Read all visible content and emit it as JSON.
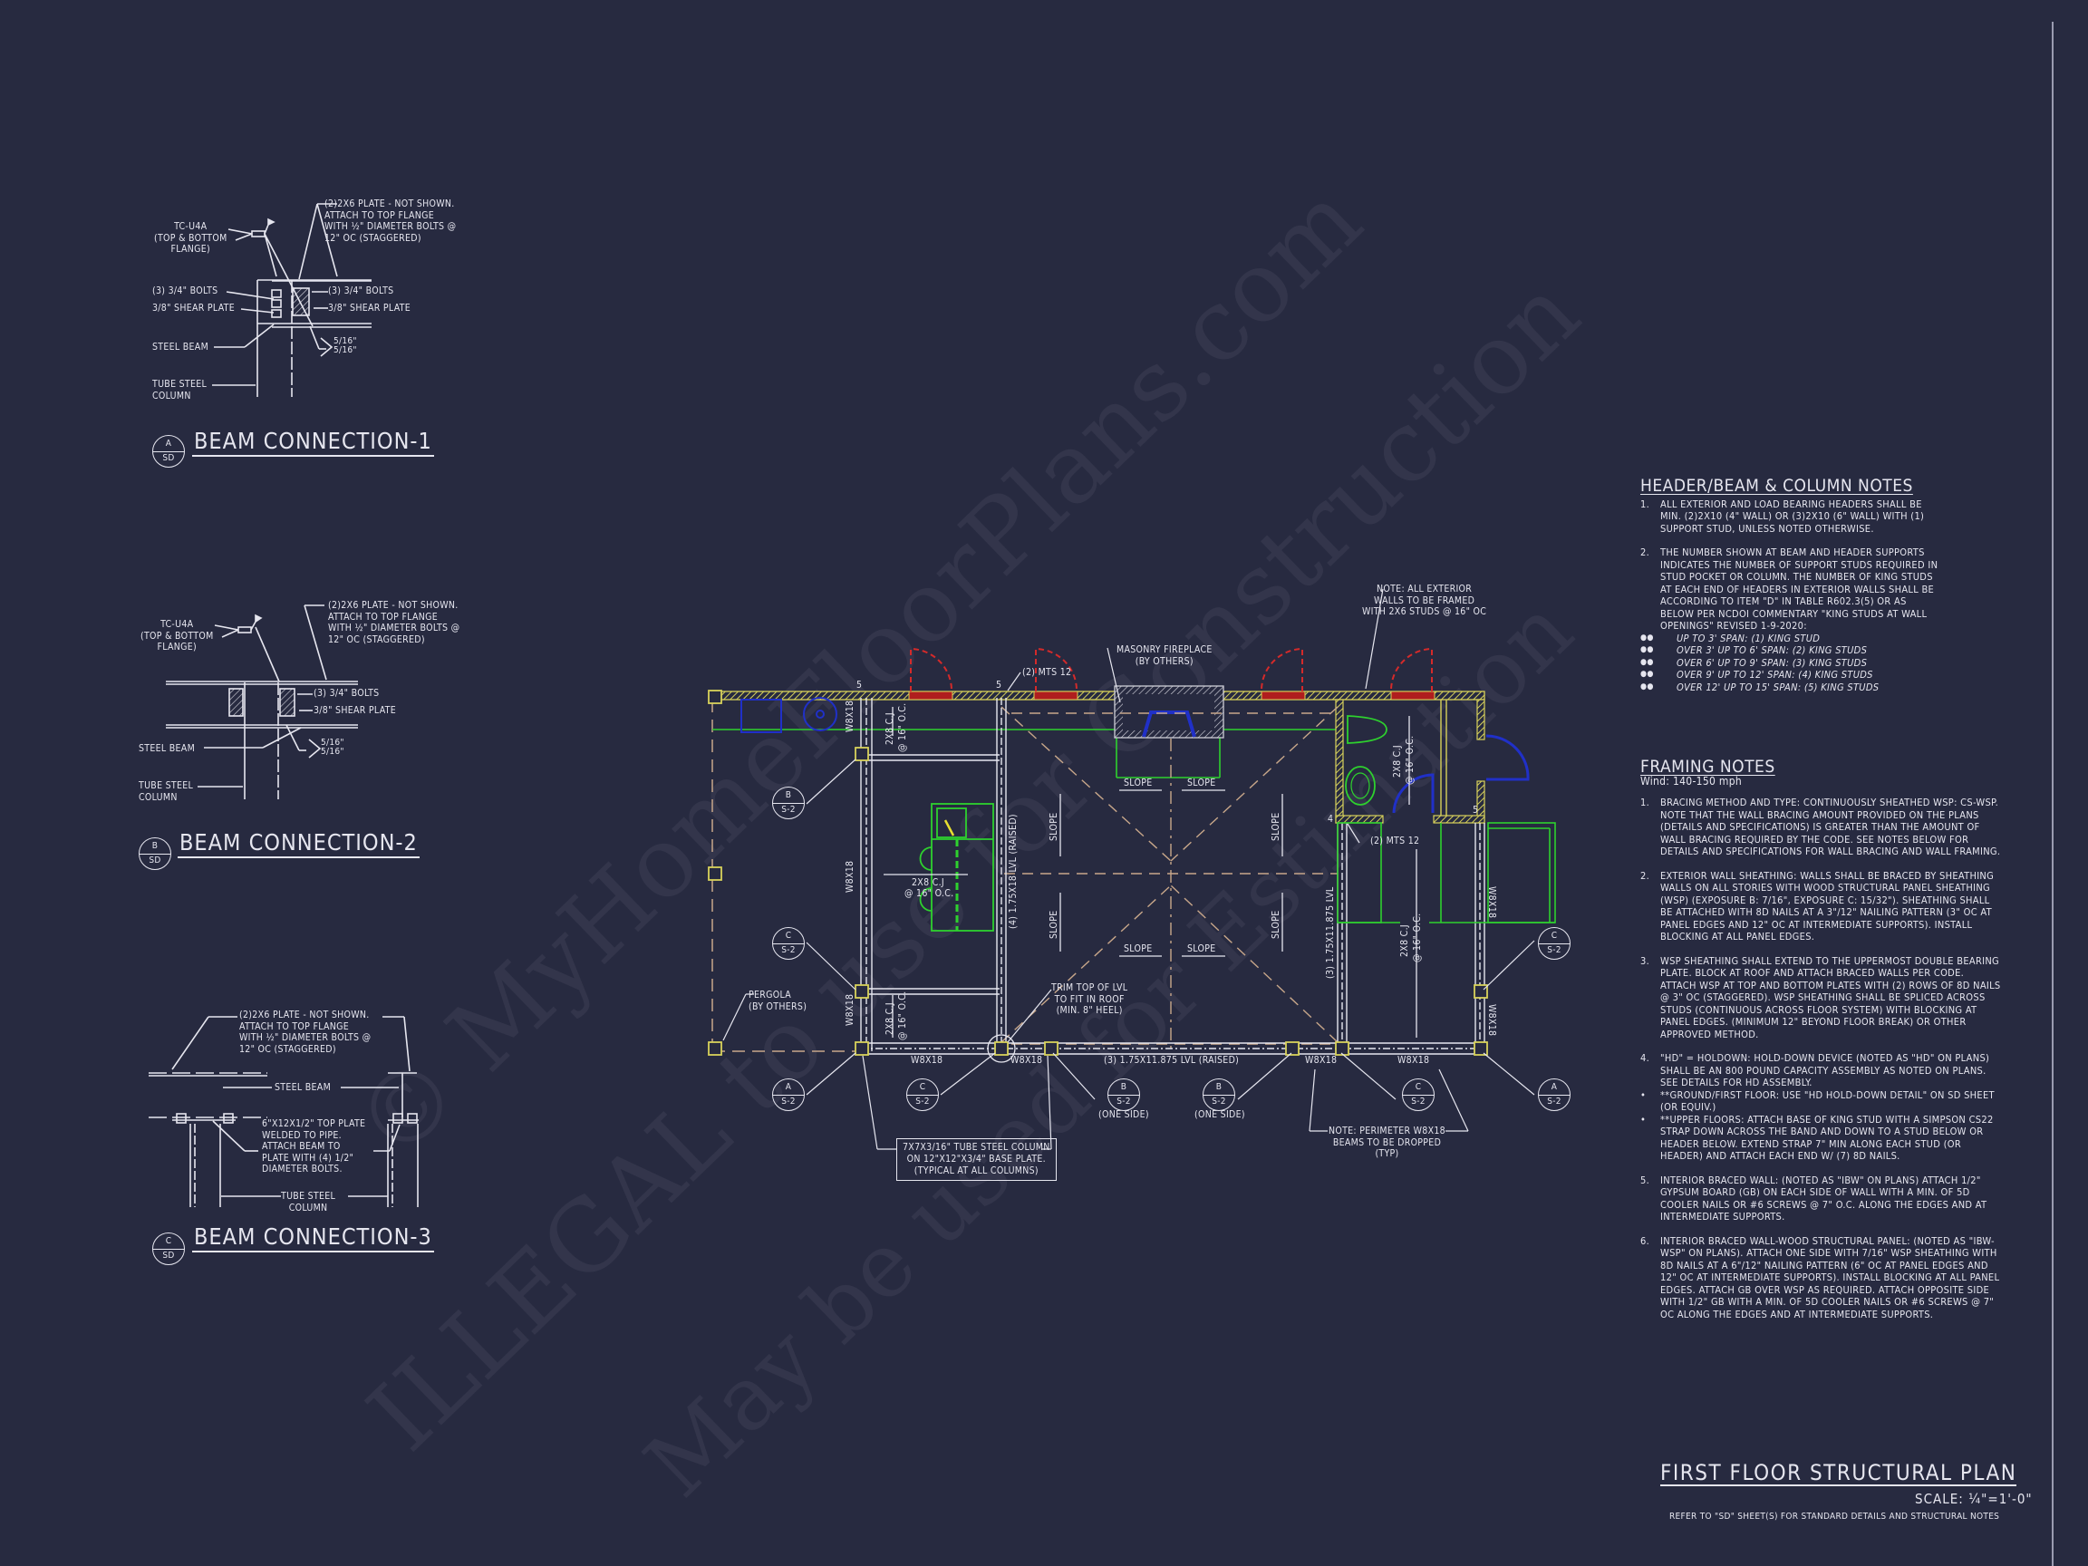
{
  "sheet": {
    "title": "FIRST FLOOR STRUCTURAL PLAN",
    "scale": "SCALE: ¼\"=1'-0\"",
    "refer_note": "REFER TO \"SD\" SHEET(S) FOR STANDARD DETAILS AND STRUCTURAL NOTES",
    "colors": {
      "background": "#272a40",
      "linework": "#e6e6ef",
      "walls": "#d8d25a",
      "doors": "#d42a2a",
      "fixtures_blue": "#2030c8",
      "fixtures_green": "#2ed12e",
      "dashed_hips": "#c8a78a"
    }
  },
  "watermark": {
    "line1": "© MyHomeFloorPlans.com",
    "line2": "ILLEGAL to use for Construction",
    "line3": "May be used for Estimation"
  },
  "details": [
    {
      "id": "beam-connection-1",
      "title": "BEAM CONNECTION-1",
      "tag_top": "A",
      "tag_bottom": "SD",
      "labels": {
        "weld": "TC-U4a\n(TOP & BOTTOM\nFLANGE)",
        "plate": "(2)2x6 PLATE - NOT SHOWN.\nATTACH TO TOP FLANGE\nWITH ½\" DIAMETER BOLTS @\n12\" OC (STAGGERED)",
        "bolts_left": "(3) 3/4\" BOLTS",
        "shear_left": "3/8\" SHEAR PLATE",
        "bolts_right": "(3) 3/4\" BOLTS",
        "shear_right": "3/8\" SHEAR PLATE",
        "steel_beam": "STEEL BEAM",
        "weld_size": "5/16\"\n5/16\"",
        "column": "TUBE STEEL\nCOLUMN"
      }
    },
    {
      "id": "beam-connection-2",
      "title": "BEAM CONNECTION-2",
      "tag_top": "B",
      "tag_bottom": "SD",
      "labels": {
        "weld": "TC-U4a\n(TOP & BOTTOM\nFLANGE)",
        "plate": "(2)2x6 PLATE - NOT SHOWN.\nATTACH TO TOP FLANGE\nWITH ½\" DIAMETER BOLTS @\n12\" OC (STAGGERED)",
        "bolts": "(3) 3/4\" BOLTS",
        "shear": "3/8\" SHEAR PLATE",
        "steel_beam": "STEEL BEAM",
        "weld_size": "5/16\"\n5/16\"",
        "column": "TUBE STEEL\nCOLUMN"
      }
    },
    {
      "id": "beam-connection-3",
      "title": "BEAM CONNECTION-3",
      "tag_top": "C",
      "tag_bottom": "SD",
      "labels": {
        "plate": "(2)2x6 PLATE - NOT SHOWN.\nATTACH TO TOP FLANGE\nWITH ½\" DIAMETER BOLTS @\n12\" OC (STAGGERED)",
        "steel_beam": "STEEL BEAM",
        "top_plate": "6\"x12x1/2\" TOP PLATE\nWELDED TO PIPE.\nATTACH BEAM TO\nPLATE WITH (4) 1/2\"\nDIAMETER BOLTS.",
        "column": "TUBE STEEL\nCOLUMN"
      }
    }
  ],
  "plan": {
    "notes": {
      "fireplace": "MASONRY FIREPLACE\n(BY OTHERS)",
      "exterior_walls": "NOTE: ALL EXTERIOR\nWALLS TO BE FRAMED\nWITH 2X6 STUDS @ 16\" OC",
      "mts_top": "(2) MTS 12",
      "mts_bath": "(2) MTS 12",
      "pergola": "PERGOLA\n(BY OTHERS)",
      "trim_lvl": "TRIM TOP OF LVL\nTO FIT IN ROOF\n(MIN. 8\" HEEL)",
      "column_spec": "7x7x3/16\" TUBE STEEL COLUMN\nON 12\"x12\"x3/4\" BASE PLATE.\n(TYPICAL AT ALL COLUMNS)",
      "perimeter": "NOTE: PERIMETER W8X18\nBEAMS TO BE DROPPED\n(TYP)",
      "one_side": "(ONE SIDE)"
    },
    "members": {
      "w8x18": "W8x18",
      "lvl_4": "(4) 1.75x18 LVL (RAISED)",
      "lvl_3_bottom": "(3) 1.75x11.875 LVL (RAISED)",
      "lvl_3_side": "(3) 1.75x11.875 LVL",
      "cj": "2x8 C.J",
      "cj_oc": "@ 16\" O.C.",
      "slope": "SLOPE"
    },
    "stud_counts": [
      "5",
      "5",
      "4",
      "5"
    ],
    "section_tags": [
      {
        "top": "B",
        "bottom": "S-2"
      },
      {
        "top": "C",
        "bottom": "S-2"
      },
      {
        "top": "A",
        "bottom": "S-2"
      },
      {
        "top": "C",
        "bottom": "S-2"
      },
      {
        "top": "B",
        "bottom": "S-2"
      },
      {
        "top": "B",
        "bottom": "S-2"
      },
      {
        "top": "C",
        "bottom": "S-2"
      },
      {
        "top": "A",
        "bottom": "S-2"
      },
      {
        "top": "C",
        "bottom": "S-2"
      }
    ]
  },
  "header_notes": {
    "title": "HEADER/BEAM & COLUMN NOTES",
    "items": [
      {
        "num": "1.",
        "text": "ALL EXTERIOR AND LOAD BEARING HEADERS SHALL BE MIN. (2)2x10 (4\" WALL) OR (3)2x10 (6\" WALL) WITH (1) SUPPORT STUD, UNLESS NOTED OTHERWISE."
      },
      {
        "num": "2.",
        "text": "THE NUMBER SHOWN AT BEAM AND HEADER SUPPORTS INDICATES THE NUMBER OF SUPPORT STUDS REQUIRED IN STUD POCKET OR COLUMN. THE NUMBER OF KING STUDS AT EACH END OF HEADERS IN EXTERIOR WALLS SHALL BE ACCORDING TO ITEM \"d\" IN TABLE R602.3(5) OR AS BELOW PER NCDOI COMMENTARY \"KING STUDS AT WALL OPENINGS\" REVISED 1-9-2020:"
      }
    ],
    "bullets": [
      "UP TO 3' SPAN: (1) KING STUD",
      "OVER 3' UP TO 6' SPAN: (2) KING STUDS",
      "OVER 6' UP TO 9' SPAN: (3) KING STUDS",
      "OVER 9' UP TO 12' SPAN: (4) KING STUDS",
      "OVER 12' UP TO 15' SPAN: (5) KING STUDS"
    ]
  },
  "framing_notes": {
    "title": "FRAMING NOTES",
    "wind": "Wind: 140-150 mph",
    "items": [
      {
        "num": "1.",
        "text": "BRACING METHOD AND TYPE: CONTINUOUSLY SHEATHED WSP: CS-WSP. NOTE THAT THE WALL BRACING AMOUNT PROVIDED ON THE PLANS (DETAILS AND SPECIFICATIONS) IS GREATER THAN THE AMOUNT OF WALL BRACING REQUIRED BY THE CODE. SEE NOTES BELOW FOR DETAILS AND SPECIFICATIONS FOR WALL BRACING AND WALL FRAMING."
      },
      {
        "num": "2.",
        "text": "EXTERIOR WALL SHEATHING: WALLS SHALL BE BRACED BY SHEATHING WALLS ON ALL STORIES WITH WOOD STRUCTURAL PANEL SHEATHING (WSP) (EXPOSURE B: 7/16\", EXPOSURE C: 15/32\"). SHEATHING SHALL BE ATTACHED WITH 8d NAILS AT A 3\"/12\" NAILING PATTERN (3\" OC AT PANEL EDGES AND 12\" OC AT INTERMEDIATE SUPPORTS). INSTALL BLOCKING AT ALL PANEL EDGES."
      },
      {
        "num": "3.",
        "text": "WSP SHEATHING SHALL EXTEND TO THE UPPERMOST DOUBLE BEARING PLATE. BLOCK AT ROOF AND ATTACH BRACED WALLS PER CODE. ATTACH WSP AT TOP AND BOTTOM PLATES WITH (2) ROWS OF 8d NAILS @ 3\" OC (STAGGERED). WSP SHEATHING SHALL BE SPLICED ACROSS STUDS (CONTINUOUS ACROSS FLOOR SYSTEM) WITH BLOCKING AT PANEL EDGES. (MINIMUM 12\" BEYOND FLOOR BREAK) OR OTHER APPROVED METHOD."
      },
      {
        "num": "4.",
        "text": "\"HD\" = HOLDOWN: HOLD-DOWN DEVICE (NOTED AS \"HD\" ON PLANS) SHALL BE AN 800 POUND CAPACITY ASSEMBLY AS NOTED ON PLANS. SEE DETAILS FOR HD ASSEMBLY."
      },
      {
        "num": "•",
        "text": "**GROUND/FIRST FLOOR: USE \"HD HOLD-DOWN DETAIL\" ON SD SHEET (OR EQUIV.)"
      },
      {
        "num": "•",
        "text": "**UPPER FLOORS: ATTACH BASE OF KING STUD WITH A SIMPSON CS22 STRAP DOWN ACROSS THE BAND AND DOWN TO A STUD BELOW OR HEADER BELOW. EXTEND STRAP 7\" MIN ALONG EACH STUD (OR HEADER) AND ATTACH EACH END W/ (7) 8d NAILS."
      },
      {
        "num": "5.",
        "text": "INTERIOR BRACED WALL: (NOTED AS \"IBW\" ON PLANS) ATTACH 1/2\" GYPSUM BOARD (GB) ON EACH SIDE OF WALL WITH A MIN. OF 5d COOLER NAILS OR #6 SCREWS @ 7\" O.C. ALONG THE EDGES AND AT INTERMEDIATE SUPPORTS."
      },
      {
        "num": "6.",
        "text": "INTERIOR BRACED WALL-WOOD STRUCTURAL PANEL: (NOTED AS \"IBW-WSP\" ON PLANS). ATTACH ONE SIDE WITH 7/16\" WSP SHEATHING WITH 8d NAILS AT A 6\"/12\" NAILING PATTERN (6\" OC AT PANEL EDGES AND 12\" OC AT INTERMEDIATE SUPPORTS). INSTALL BLOCKING AT ALL PANEL EDGES. ATTACH GB OVER WSP AS REQUIRED. ATTACH OPPOSITE SIDE WITH 1/2\" GB WITH A MIN. OF 5d COOLER NAILS OR #6 SCREWS @ 7\" OC ALONG THE EDGES AND AT INTERMEDIATE SUPPORTS."
      }
    ]
  }
}
